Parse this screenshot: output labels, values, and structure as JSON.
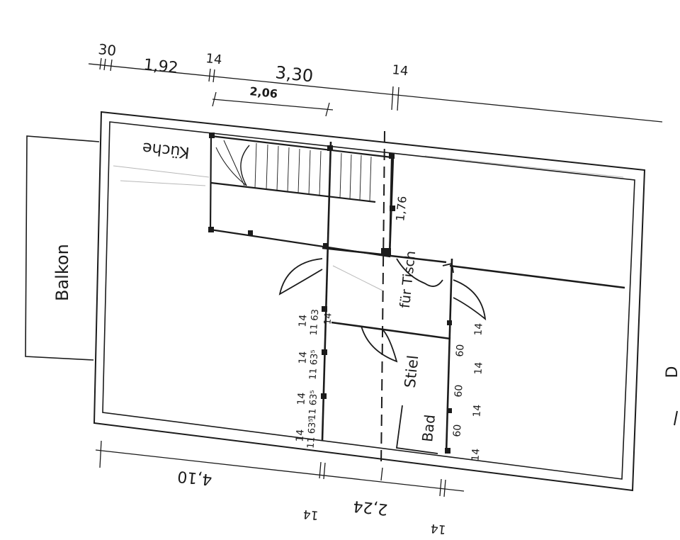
{
  "dimensions_top": {
    "d30": "30",
    "d192": "1,92",
    "d14a": "14",
    "d330": "3,30",
    "d206": "2,06",
    "d14b": "14"
  },
  "dimensions_bottom": {
    "d410": "4,10",
    "d224": "2,24",
    "d14c": "14",
    "d14d": "14"
  },
  "rooms": {
    "balkon": "Balkon",
    "kueche": "Küche",
    "fuer_tisch": "für Tisch",
    "stiel": "Stiel",
    "bad": "Bad",
    "stair_height": "1,76"
  },
  "wall_marks": {
    "w14": "14",
    "w63": "11 63",
    "w635": "11 63⁵",
    "w60": "60"
  },
  "edge_glyph": "D"
}
